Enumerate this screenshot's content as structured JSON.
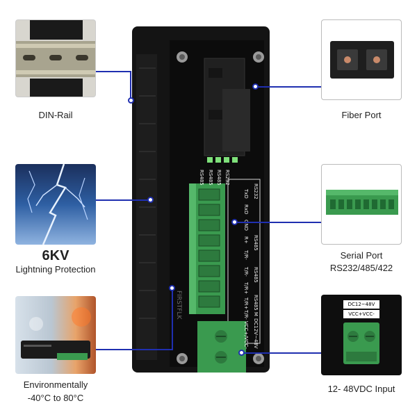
{
  "features": {
    "din_rail": {
      "label": "DIN-Rail"
    },
    "lightning": {
      "value": "6KV",
      "label": "Lightning Protection"
    },
    "environment": {
      "line1": "Environmentally",
      "line2": "-40°C to 80°C"
    },
    "fiber": {
      "label": "Fiber Port"
    },
    "serial": {
      "line1": "Serial Port",
      "line2": "RS232/485/422"
    },
    "power": {
      "label": "12- 48VDC Input",
      "tag1": "DC12~48V",
      "tag2": "VCC+VCC-"
    }
  },
  "device": {
    "brand": "FIRSTFLK",
    "led_labels": [
      "RS485",
      "RS485",
      "RS485",
      "RS232"
    ],
    "header_rs232": "RS232",
    "rs232_pins": [
      "TxD",
      "RxD",
      "GND"
    ],
    "header_rs485": "RS485",
    "rs485_pins": [
      "R+",
      "T/R-"
    ],
    "header_rs485_2": "RS485",
    "rs485_2_pins": [
      "T/R-",
      "T/R+"
    ],
    "header_rs422": "RS485 M",
    "rs422_pins": [
      "T/R+",
      "T/R-"
    ],
    "power_label": "DC12V~48V",
    "power_pins": "VCC+/VCC-"
  },
  "colors": {
    "connector_line": "#1f2fb0",
    "terminal_green": "#3a9a4f",
    "device_body": "#141414"
  }
}
